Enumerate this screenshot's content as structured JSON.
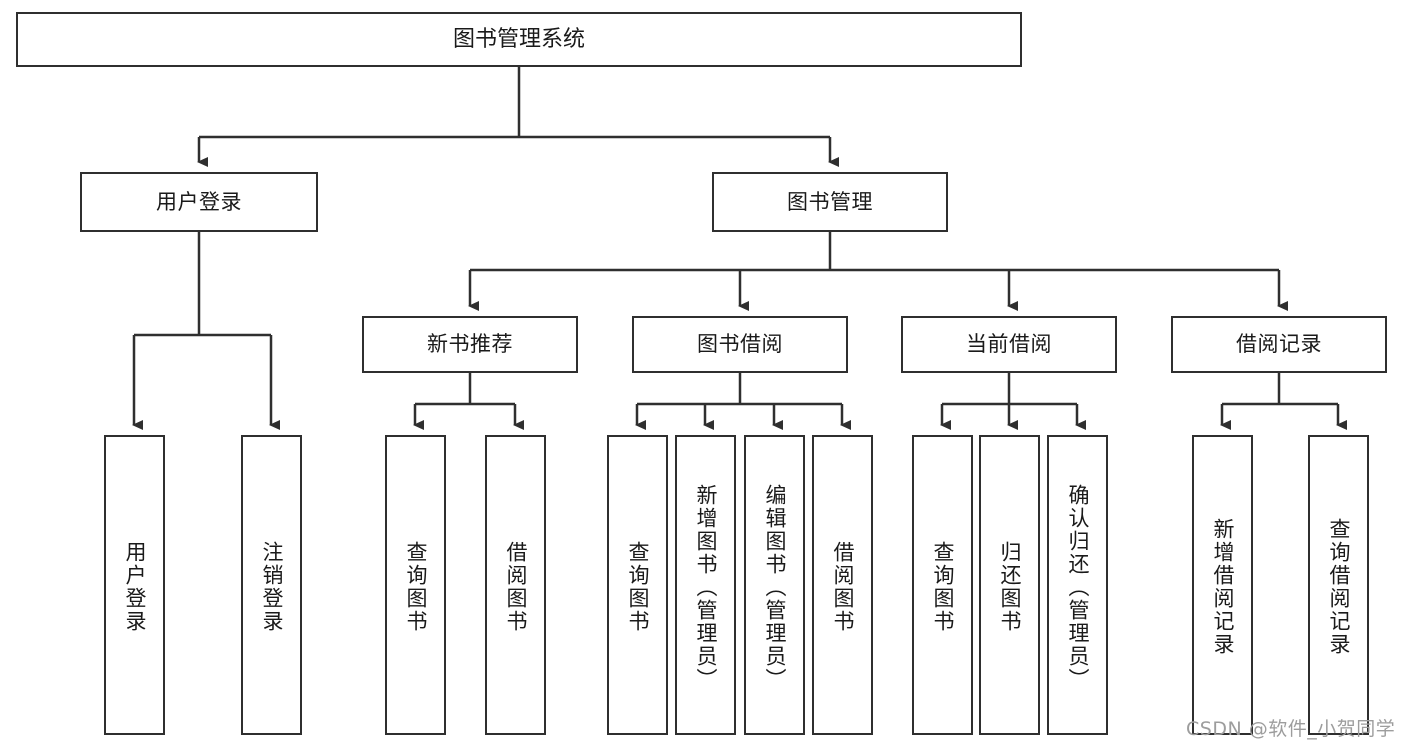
{
  "diagram": {
    "type": "tree",
    "title": "图书管理系统",
    "watermark": "CSDN @软件_小贺同学",
    "colors": {
      "box_border": "#2f2f2f",
      "box_fill": "#ffffff",
      "connector": "#2f2f2f",
      "text": "#1a1a1a",
      "watermark": "#9d9d9d"
    },
    "nodes": {
      "root": {
        "label": "图书管理系统"
      },
      "level1": [
        {
          "label": "用户登录"
        },
        {
          "label": "图书管理"
        }
      ],
      "level2": [
        {
          "label": "新书推荐"
        },
        {
          "label": "图书借阅"
        },
        {
          "label": "当前借阅"
        },
        {
          "label": "借阅记录"
        }
      ],
      "leaves": {
        "user_login": [
          {
            "label": "用户登录"
          },
          {
            "label": "注销登录"
          }
        ],
        "new_book_recommend": [
          {
            "label": "查询图书"
          },
          {
            "label": "借阅图书"
          }
        ],
        "book_borrow": [
          {
            "label": "查询图书"
          },
          {
            "label": "新增图书（管理员）"
          },
          {
            "label": "编辑图书（管理员）"
          },
          {
            "label": "借阅图书"
          }
        ],
        "current_borrow": [
          {
            "label": "查询图书"
          },
          {
            "label": "归还图书"
          },
          {
            "label": "确认归还（管理员）"
          }
        ],
        "borrow_record": [
          {
            "label": "新增借阅记录"
          },
          {
            "label": "查询借阅记录"
          }
        ]
      }
    }
  }
}
